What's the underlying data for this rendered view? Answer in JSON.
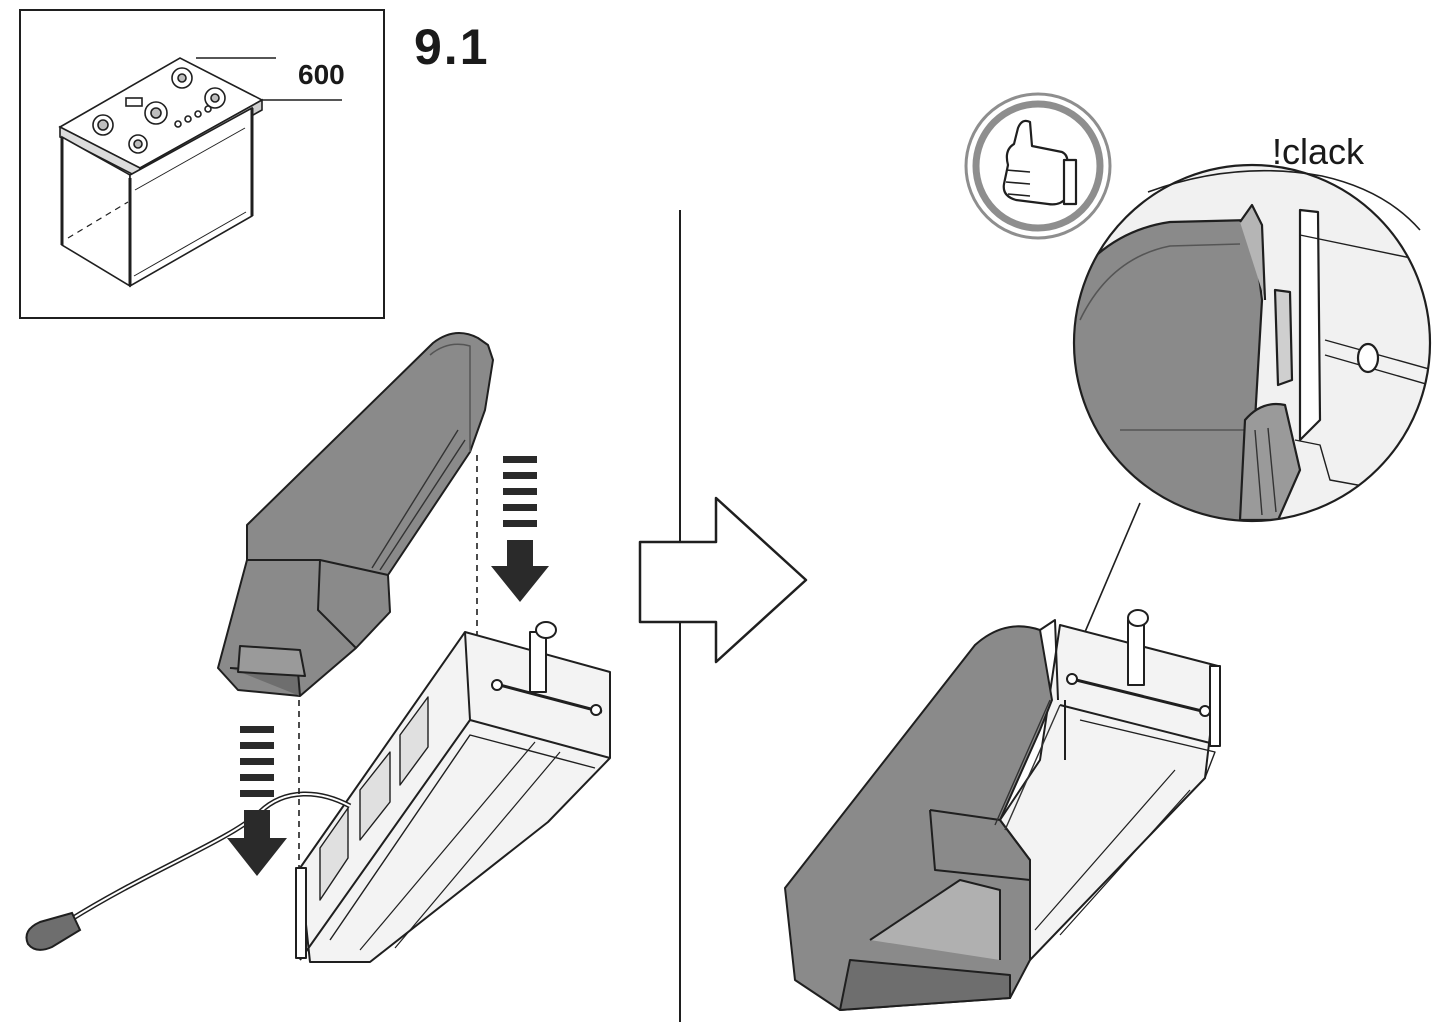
{
  "step": {
    "number": "9.1"
  },
  "inset": {
    "dimension": "600"
  },
  "detail": {
    "sound": "!clack"
  },
  "colors": {
    "housing": "#808080",
    "line": "#1f1f1f",
    "tray": "#f3f3f3"
  },
  "icons": {
    "confirm": "thumbs-up-icon",
    "direction": "arrow-right-icon",
    "motion": "arrow-down-icon"
  }
}
